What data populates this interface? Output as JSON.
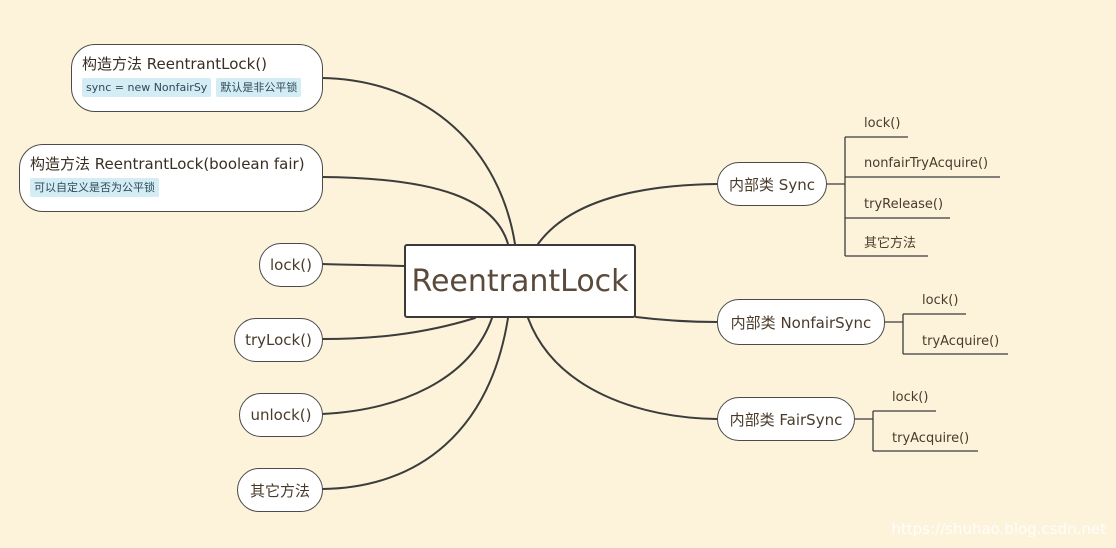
{
  "root": {
    "label": "ReentrantLock"
  },
  "left": {
    "ctor_default": {
      "title": "构造方法 ReentrantLock()",
      "tags": [
        "sync = new NonfairSy",
        "默认是非公平锁"
      ]
    },
    "ctor_fair": {
      "title": "构造方法 ReentrantLock(boolean fair)",
      "tags": [
        "可以自定义是否为公平锁"
      ]
    },
    "lock": "lock()",
    "trylock": "tryLock()",
    "unlock": "unlock()",
    "other": "其它方法"
  },
  "right": {
    "sync": {
      "label": "内部类 Sync",
      "children": [
        "lock()",
        "nonfairTryAcquire()",
        "tryRelease()",
        "其它方法"
      ]
    },
    "nonfair": {
      "label": "内部类 NonfairSync",
      "children": [
        "lock()",
        "tryAcquire()"
      ]
    },
    "fair": {
      "label": "内部类 FairSync",
      "children": [
        "lock()",
        "tryAcquire()"
      ]
    }
  },
  "watermark": "https://shuhao.blog.csdn.net",
  "colors": {
    "background": "#fdf3da",
    "line": "#3c3c3c",
    "tag": "#d4ecf4"
  }
}
